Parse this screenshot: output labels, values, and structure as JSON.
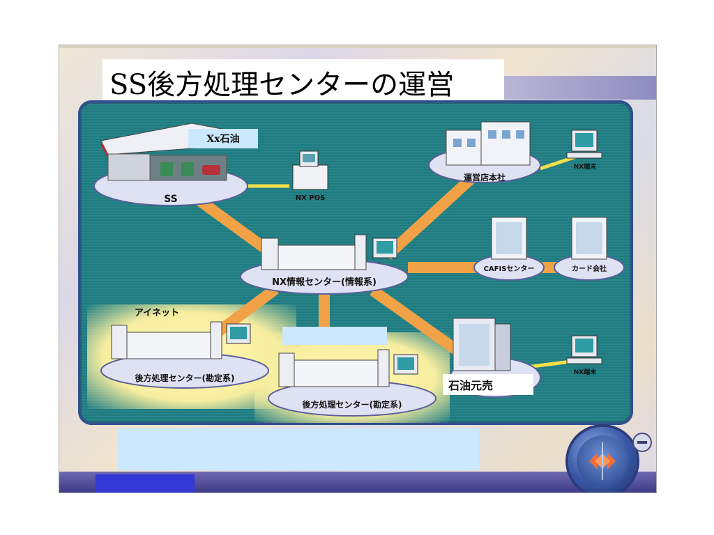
{
  "title": "SS後方処理センターの運営",
  "nodes": {
    "oil_company_tag": "Xx石油",
    "ss": "SS",
    "nx_pos": "NX POS",
    "head_office": "運営店本社",
    "nx_terminal_top": "NX端末",
    "info_center": "NX情報センター(情報系)",
    "cafis": "CAFISセンター",
    "card_company": "カード会社",
    "inet": "アイネット",
    "backoffice_left": "後方処理センター(勘定系)",
    "backoffice_mid": "後方処理センター(勘定系)",
    "oil_wholesaler": "石油元売",
    "nx_terminal_bottom": "NX端末"
  },
  "colors": {
    "panel": "#1f7f83",
    "link_orange": "#f2a246",
    "link_yellow": "#f4e04a",
    "platform": "#dfe2f3",
    "caption_box": "#cce8ff",
    "nav_blue": "#3138d6"
  },
  "icons": {
    "nav": "previous-next-arrows-icon",
    "minus": "minus-icon"
  }
}
